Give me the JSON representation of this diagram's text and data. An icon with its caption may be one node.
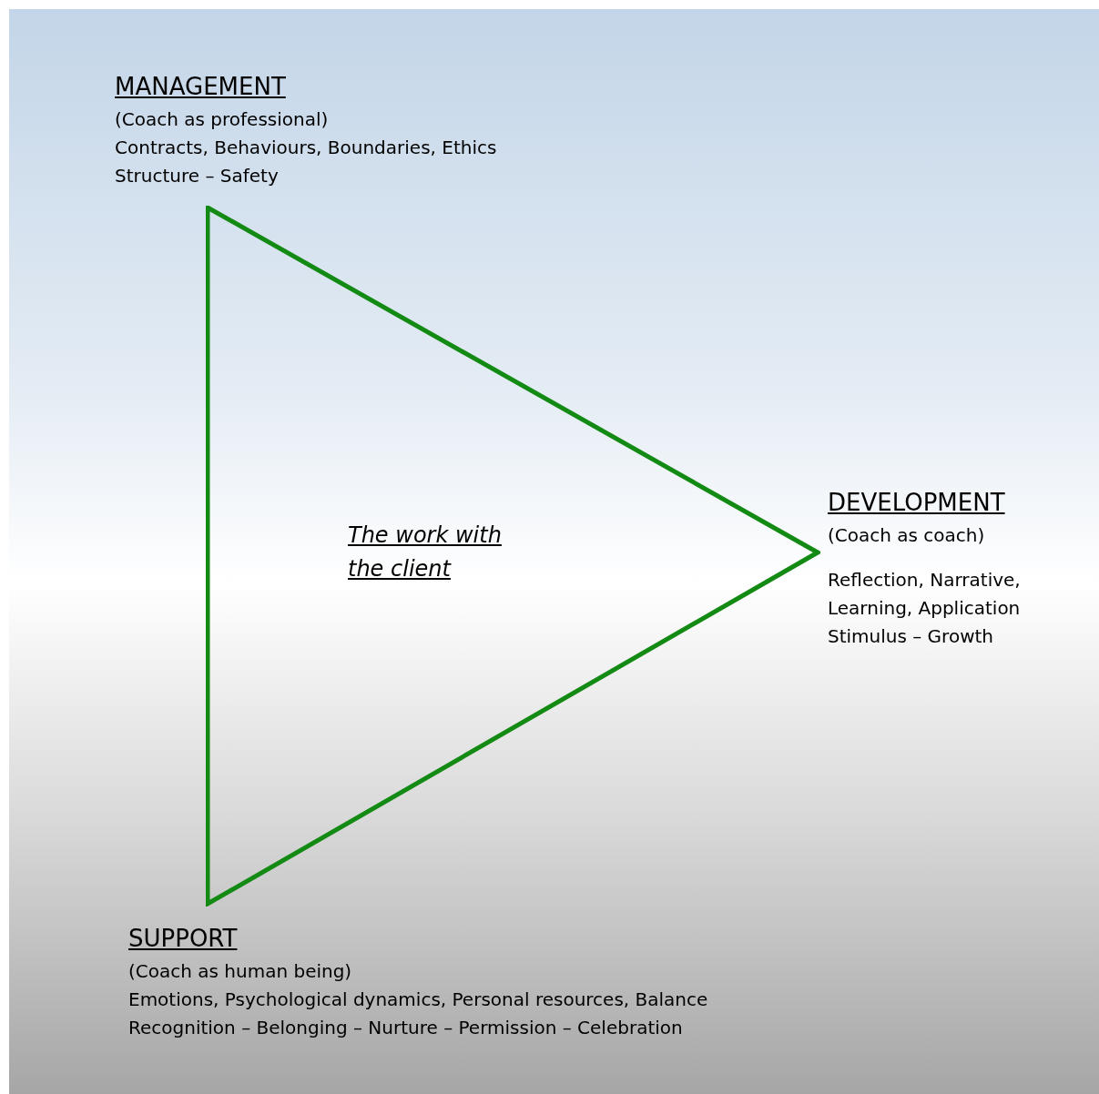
{
  "diagram": {
    "nodes": [
      {
        "text": [
          "The work with the client"
        ]
      }
    ],
    "labels": [
      "MANAGEMENT",
      "(Coach as professional)",
      "Contracts, Behaviours, Boundaries, Ethics",
      "Structure – Safety",
      "DEVELOPMENT",
      "(Coach as coach)",
      "Reflection, Narrative, Learning, Application",
      "Stimulus – Growth",
      "SUPPORT",
      "(Coach as human being)",
      "Emotions, Psychological dynamics, Personal resources, Balance",
      "Recognition – Belonging – Nurture – Permission – Celebration"
    ]
  }
}
